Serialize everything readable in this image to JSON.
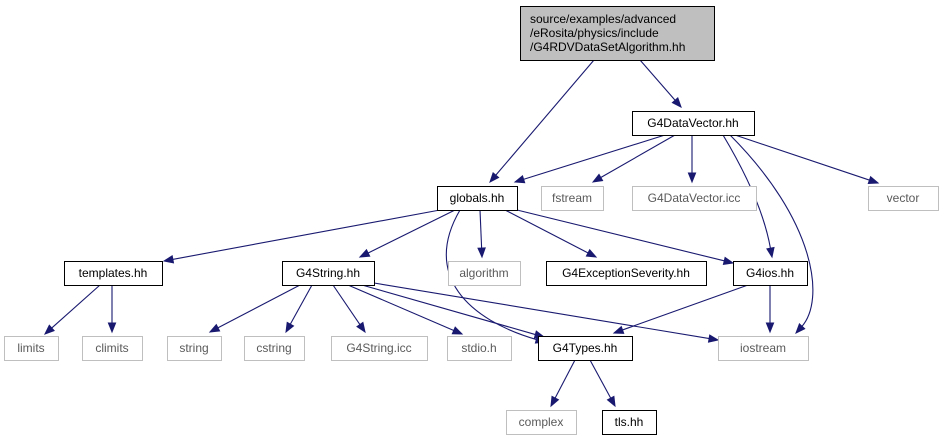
{
  "colors": {
    "edge": "#191970",
    "root_fill": "#bfbfbf",
    "node_fill": "#ffffff",
    "documented_border": "#000000",
    "external_border": "#bfbfbf",
    "documented_text": "#000000",
    "external_text": "#5a5a5a"
  },
  "nodes": [
    {
      "id": "root",
      "lines": [
        "source/examples/advanced",
        "/eRosita/physics/include",
        "/G4RDVDataSetAlgorithm.hh"
      ],
      "kind": "root"
    },
    {
      "id": "g4datavector",
      "lines": [
        "G4DataVector.hh"
      ],
      "kind": "documented"
    },
    {
      "id": "globals",
      "lines": [
        "globals.hh"
      ],
      "kind": "documented"
    },
    {
      "id": "fstream",
      "lines": [
        "fstream"
      ],
      "kind": "external"
    },
    {
      "id": "g4datavector_icc",
      "lines": [
        "G4DataVector.icc"
      ],
      "kind": "external"
    },
    {
      "id": "vector",
      "lines": [
        "vector"
      ],
      "kind": "external"
    },
    {
      "id": "templates",
      "lines": [
        "templates.hh"
      ],
      "kind": "documented"
    },
    {
      "id": "g4string",
      "lines": [
        "G4String.hh"
      ],
      "kind": "documented"
    },
    {
      "id": "algorithm",
      "lines": [
        "algorithm"
      ],
      "kind": "external"
    },
    {
      "id": "g4exceptionseverity",
      "lines": [
        "G4ExceptionSeverity.hh"
      ],
      "kind": "documented"
    },
    {
      "id": "g4ios",
      "lines": [
        "G4ios.hh"
      ],
      "kind": "documented"
    },
    {
      "id": "limits",
      "lines": [
        "limits"
      ],
      "kind": "external"
    },
    {
      "id": "climits",
      "lines": [
        "climits"
      ],
      "kind": "external"
    },
    {
      "id": "string",
      "lines": [
        "string"
      ],
      "kind": "external"
    },
    {
      "id": "cstring",
      "lines": [
        "cstring"
      ],
      "kind": "external"
    },
    {
      "id": "g4string_icc",
      "lines": [
        "G4String.icc"
      ],
      "kind": "external"
    },
    {
      "id": "stdio",
      "lines": [
        "stdio.h"
      ],
      "kind": "external"
    },
    {
      "id": "g4types",
      "lines": [
        "G4Types.hh"
      ],
      "kind": "documented"
    },
    {
      "id": "iostream",
      "lines": [
        "iostream"
      ],
      "kind": "external"
    },
    {
      "id": "complex",
      "lines": [
        "complex"
      ],
      "kind": "external"
    },
    {
      "id": "tls",
      "lines": [
        "tls.hh"
      ],
      "kind": "documented"
    }
  ],
  "edges": [
    [
      "root",
      "g4datavector"
    ],
    [
      "root",
      "globals"
    ],
    [
      "g4datavector",
      "globals"
    ],
    [
      "g4datavector",
      "fstream"
    ],
    [
      "g4datavector",
      "g4datavector_icc"
    ],
    [
      "g4datavector",
      "vector"
    ],
    [
      "g4datavector",
      "g4ios"
    ],
    [
      "g4datavector",
      "iostream"
    ],
    [
      "globals",
      "templates"
    ],
    [
      "globals",
      "g4string"
    ],
    [
      "globals",
      "algorithm"
    ],
    [
      "globals",
      "g4exceptionseverity"
    ],
    [
      "globals",
      "g4ios"
    ],
    [
      "globals",
      "g4types"
    ],
    [
      "templates",
      "limits"
    ],
    [
      "templates",
      "climits"
    ],
    [
      "g4string",
      "string"
    ],
    [
      "g4string",
      "cstring"
    ],
    [
      "g4string",
      "g4string_icc"
    ],
    [
      "g4string",
      "stdio"
    ],
    [
      "g4string",
      "g4types"
    ],
    [
      "g4string",
      "iostream"
    ],
    [
      "g4ios",
      "g4types"
    ],
    [
      "g4ios",
      "iostream"
    ],
    [
      "g4types",
      "complex"
    ],
    [
      "g4types",
      "tls"
    ]
  ]
}
